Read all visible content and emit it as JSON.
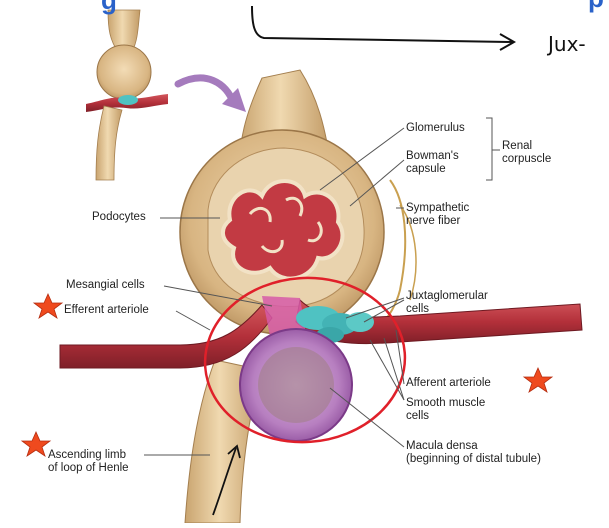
{
  "header": {
    "title_fragment_left": "g",
    "title_fragment_right": "p",
    "handwritten_note": "Jux-"
  },
  "labels": {
    "glomerulus": "Glomerulus",
    "bowmans_capsule_1": "Bowman's",
    "bowmans_capsule_2": "capsule",
    "renal_corpuscle_1": "Renal",
    "renal_corpuscle_2": "corpuscle",
    "podocytes": "Podocytes",
    "sympathetic_1": "Sympathetic",
    "sympathetic_2": "nerve fiber",
    "mesangial": "Mesangial cells",
    "efferent": "Efferent arteriole",
    "juxta_1": "Juxtaglomerular",
    "juxta_2": "cells",
    "afferent": "Afferent arteriole",
    "smooth_1": "Smooth muscle",
    "smooth_2": "cells",
    "macula_1": "Macula densa",
    "macula_2": "(beginning of distal tubule)",
    "ascending_1": "Ascending limb",
    "ascending_2": "of loop of Henle"
  },
  "colors": {
    "accent_blue": "#2a62c9",
    "annotation_red": "#e0202a",
    "star_fill": "#ef4a1e",
    "capsule_tan": "#d9b88a",
    "vessel_red": "#b8323a",
    "juxta_teal": "#4fc2c2",
    "macula_purple": "#a45cb0"
  }
}
